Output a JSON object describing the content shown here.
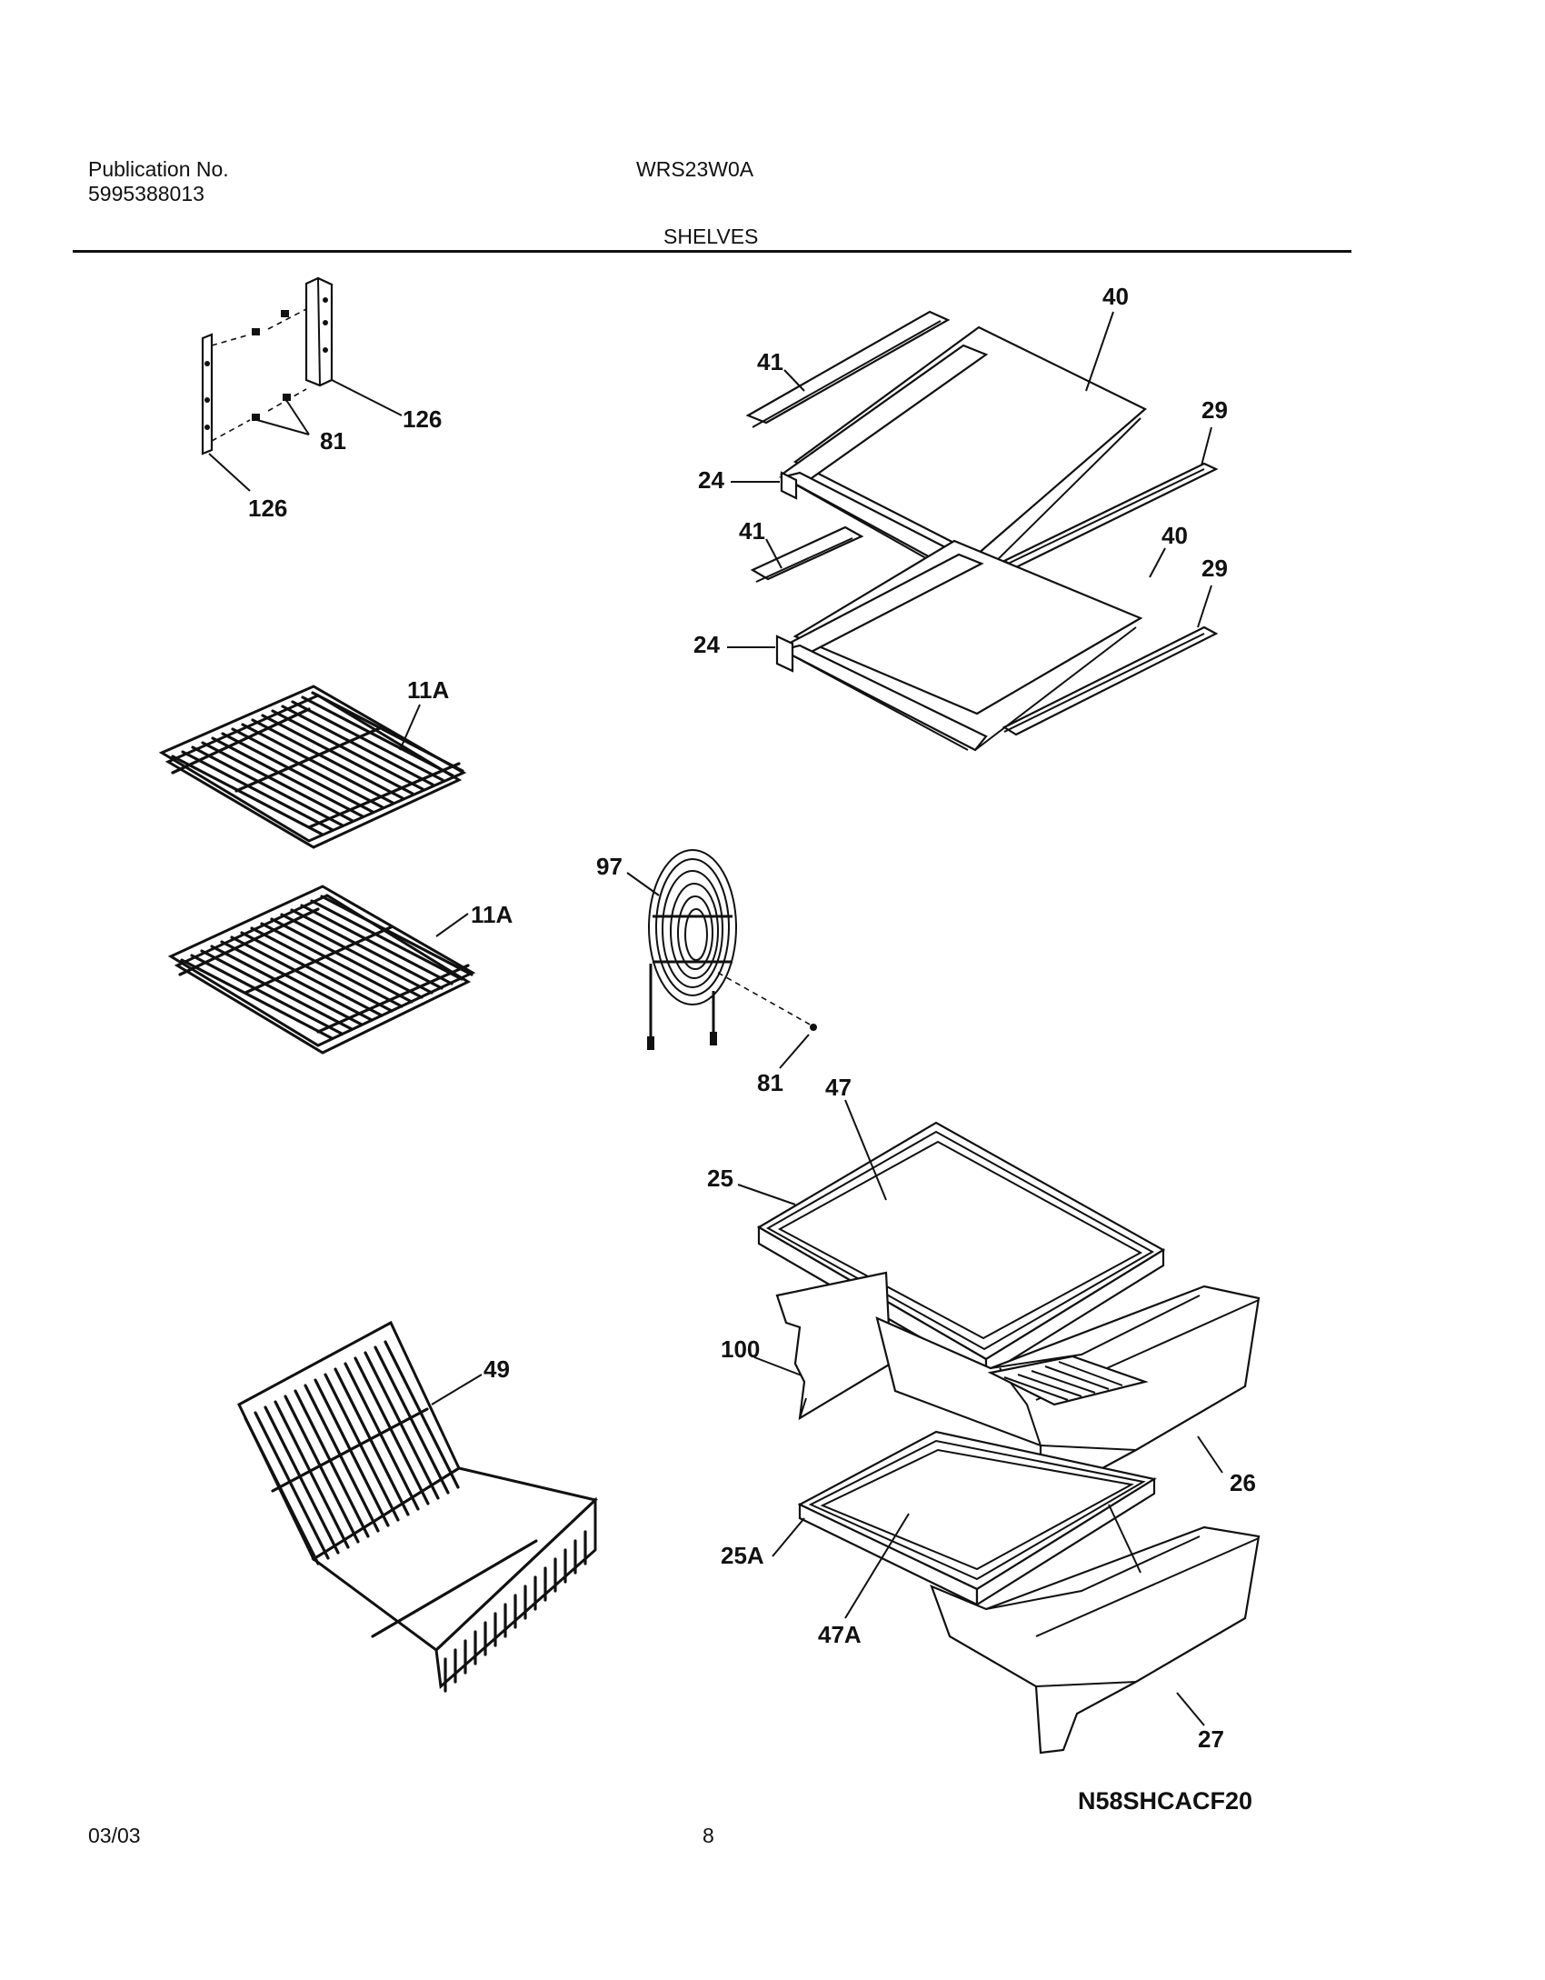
{
  "header": {
    "publication_label": "Publication No.",
    "publication_number": "5995388013",
    "model": "WRS23W0A",
    "section_title": "SHELVES"
  },
  "callouts": {
    "c126a": "126",
    "c81a": "81",
    "c126b": "126",
    "c41a": "41",
    "c40a": "40",
    "c29a": "29",
    "c24a": "24",
    "c41b": "41",
    "c40b": "40",
    "c29b": "29",
    "c24b": "24",
    "c11a": "11A",
    "c11b": "11A",
    "c97": "97",
    "c81b": "81",
    "c47": "47",
    "c25": "25",
    "c100": "100",
    "c26": "26",
    "c49": "49",
    "c25A": "25A",
    "c47A": "47A",
    "c27": "27"
  },
  "diagram_code": "N58SHCACF20",
  "footer": {
    "date": "03/03",
    "page": "8"
  }
}
